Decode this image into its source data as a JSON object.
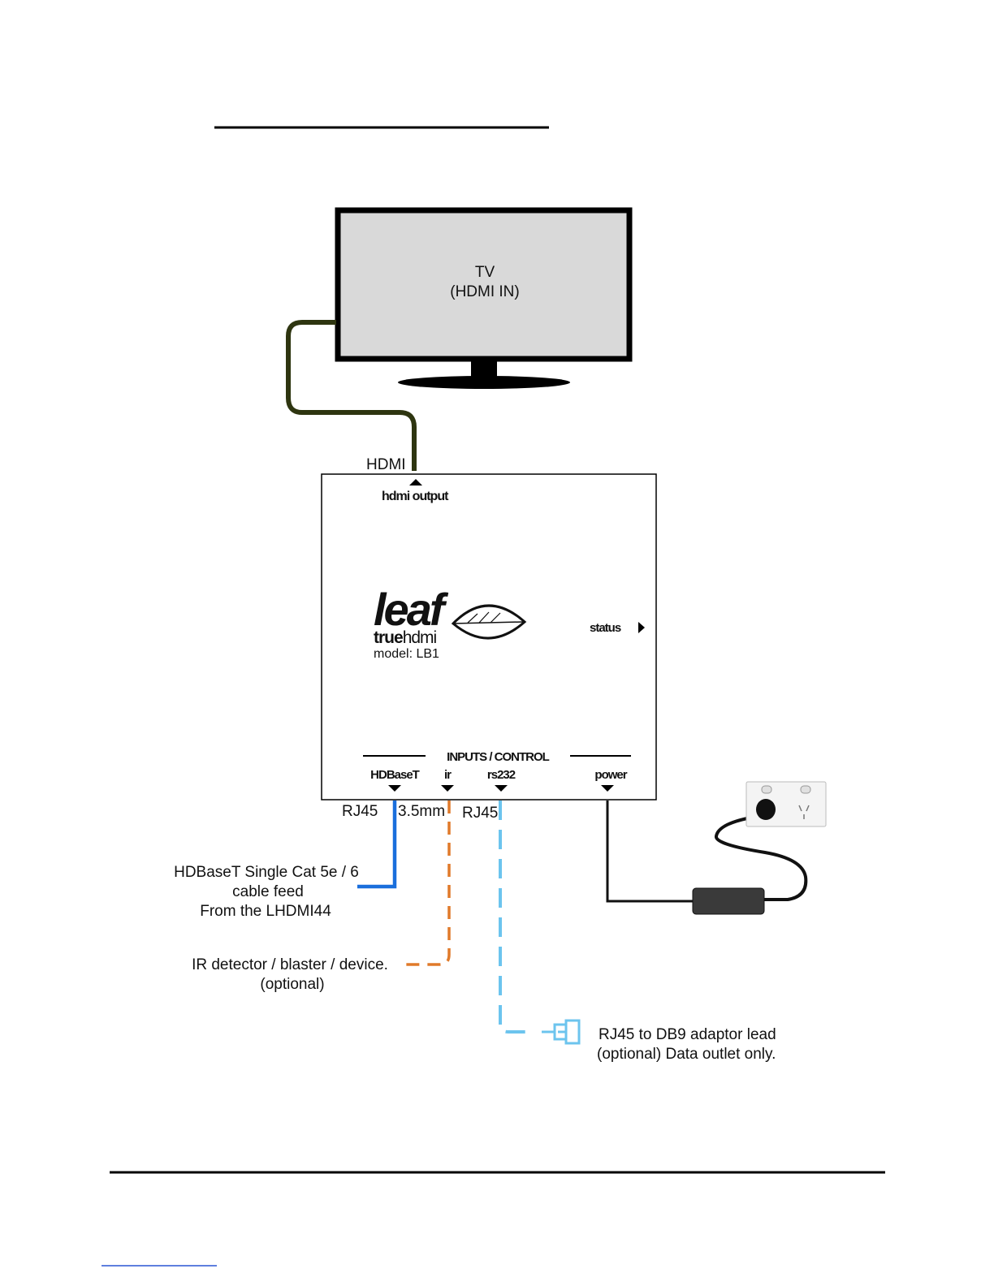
{
  "tv": {
    "line1": "TV",
    "line2": "(HDMI IN)"
  },
  "device": {
    "hdmi_output": "hdmi output",
    "brand": "leaf",
    "sub_true": "true",
    "sub_hdmi": "hdmi",
    "model": "model: LB1",
    "status": "status",
    "section": "INPUTS / CONTROL",
    "ports": [
      "HDBaseT",
      "ir",
      "rs232",
      "power"
    ]
  },
  "labels": {
    "hdmi": "HDMI",
    "rj45_left": "RJ45",
    "mm35": "3.5mm",
    "rj45_right": "RJ45",
    "hdbaset_1": "HDBaseT Single Cat 5e / 6",
    "hdbaset_2": "cable feed",
    "hdbaset_3": "From the LHDMI44",
    "ir_1": "IR detector / blaster / device.",
    "ir_2": "(optional)",
    "db9_1": "RJ45 to DB9 adaptor lead",
    "db9_2": "(optional) Data outlet only."
  },
  "colors": {
    "hdmi_cable": "#2e3510",
    "hdbaset_cable": "#1a6fdc",
    "ir_cable": "#e07a2a",
    "rs232_cable": "#6cc4ee",
    "power_cable": "#111111",
    "tv_screen": "#d9d9d9"
  }
}
